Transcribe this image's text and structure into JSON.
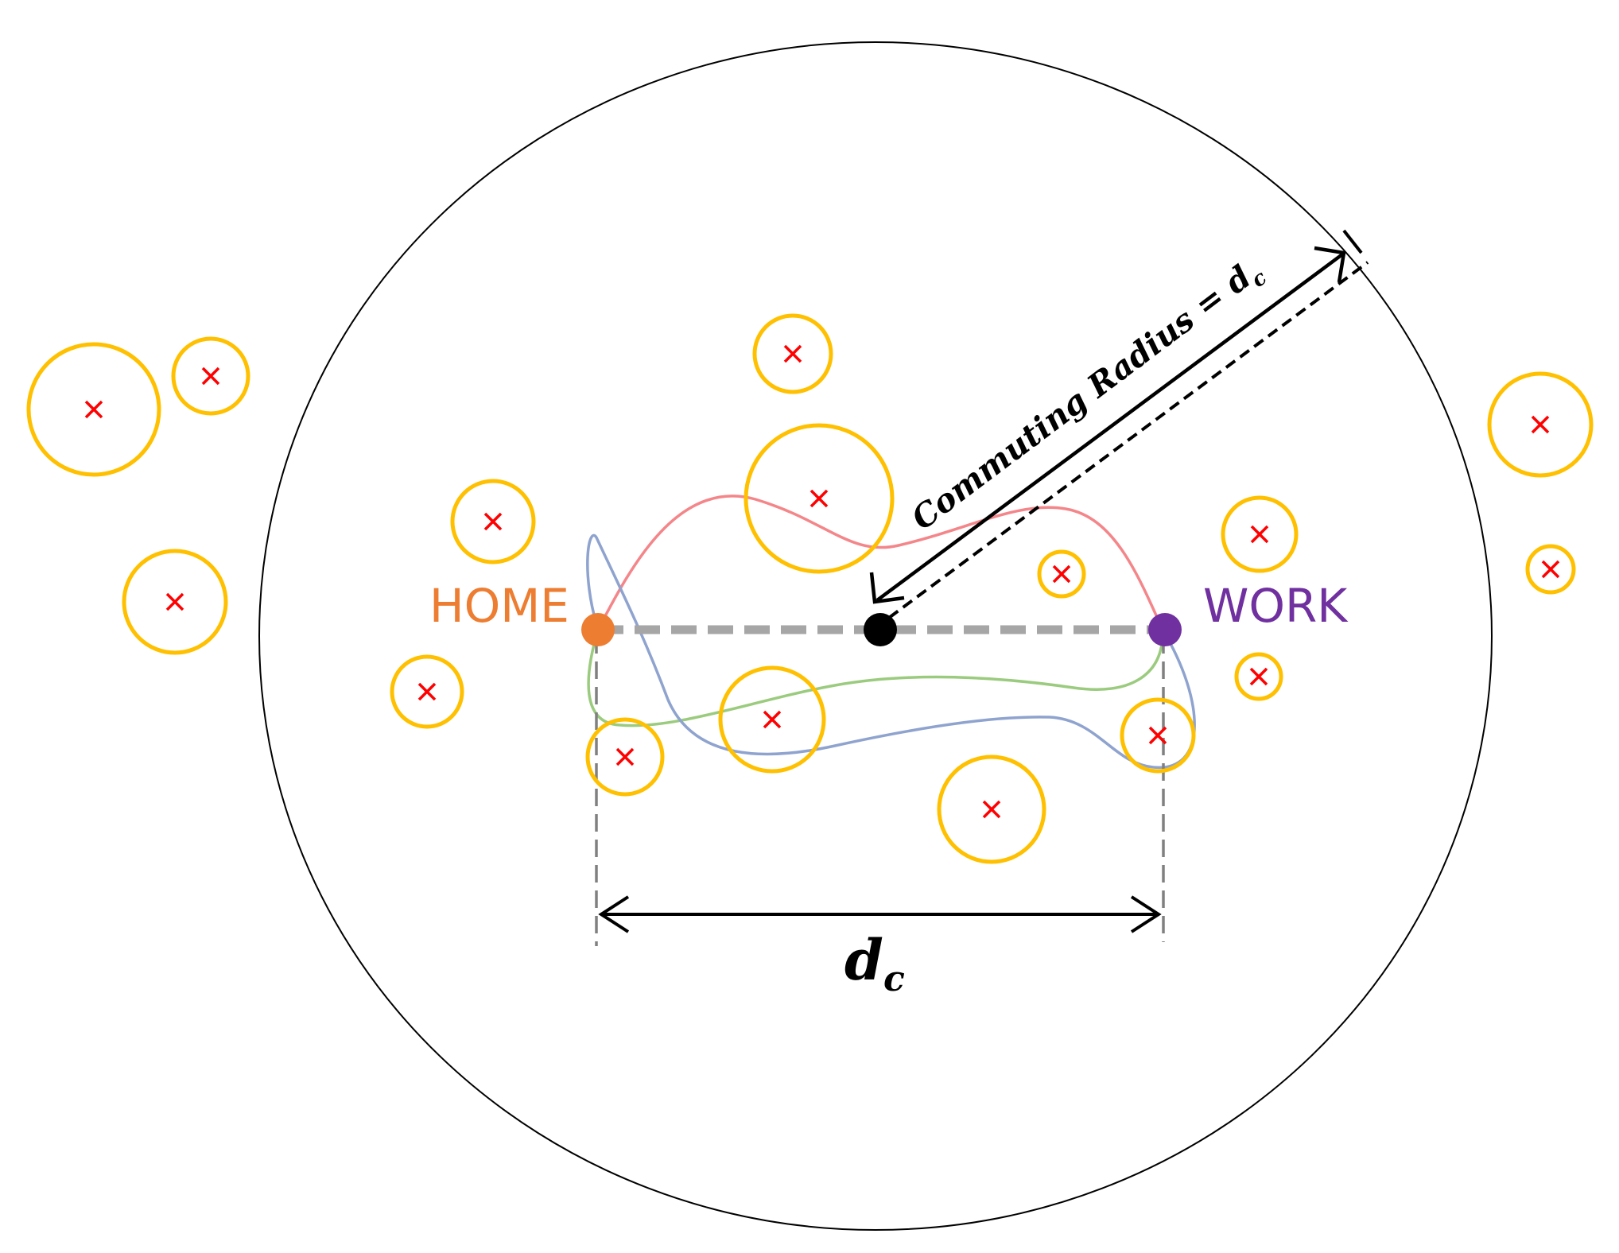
{
  "labels": {
    "home": "HOME",
    "work": "WORK",
    "radius_text": "Commuting Radius = ",
    "radius_var": "d",
    "radius_sub": "c",
    "distance_var": "d",
    "distance_sub": "c"
  },
  "colors": {
    "home": "#ED7D31",
    "work": "#7030A0",
    "center": "#000000",
    "poi_circle": "#FFC000",
    "poi_marker": "#FF0000",
    "route_red": "#F4868A",
    "route_blue": "#8FA3CF",
    "route_green": "#9BCB7E",
    "baseline": "#A6A6A6",
    "guide": "#808080",
    "boundary": "#000000"
  },
  "icons": {
    "poi_marker": "x-mark-icon"
  }
}
